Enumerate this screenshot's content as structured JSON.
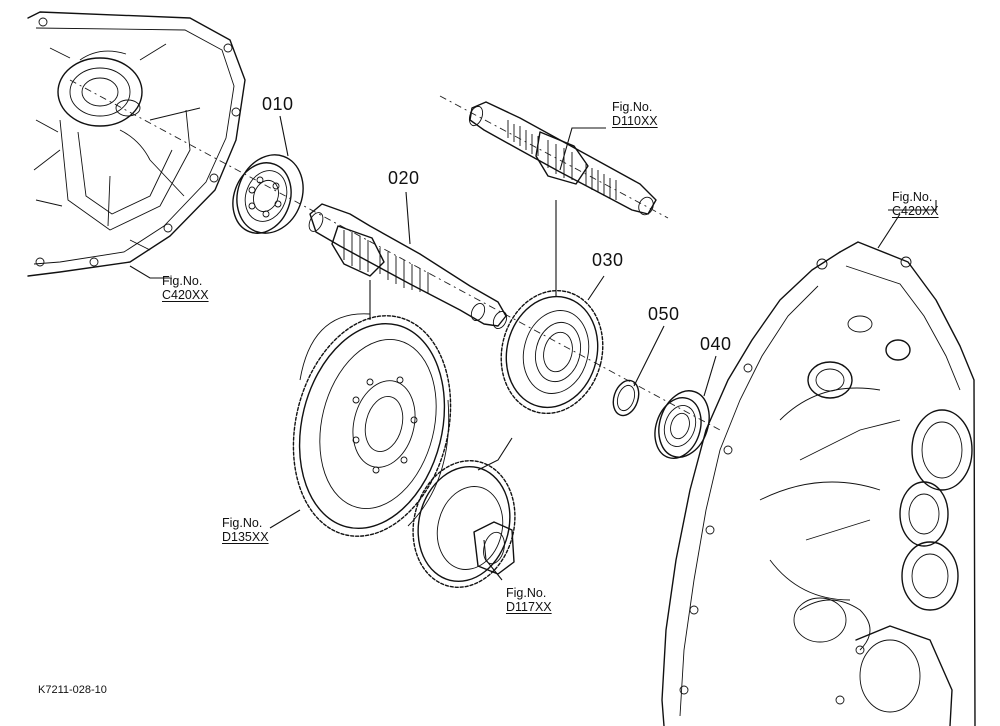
{
  "parts": [
    {
      "number": "010"
    },
    {
      "number": "020"
    },
    {
      "number": "030"
    },
    {
      "number": "040"
    },
    {
      "number": "050"
    }
  ],
  "figure_refs": [
    {
      "label": "Fig.No.",
      "ref": "D110XX"
    },
    {
      "label": "Fig.No.",
      "ref": "C420XX"
    },
    {
      "label": "Fig.No.",
      "ref": "C420XX"
    },
    {
      "label": "Fig.No.",
      "ref": "D135XX"
    },
    {
      "label": "Fig.No.",
      "ref": "D117XX"
    }
  ],
  "drawing_code": "K7211-028-10"
}
